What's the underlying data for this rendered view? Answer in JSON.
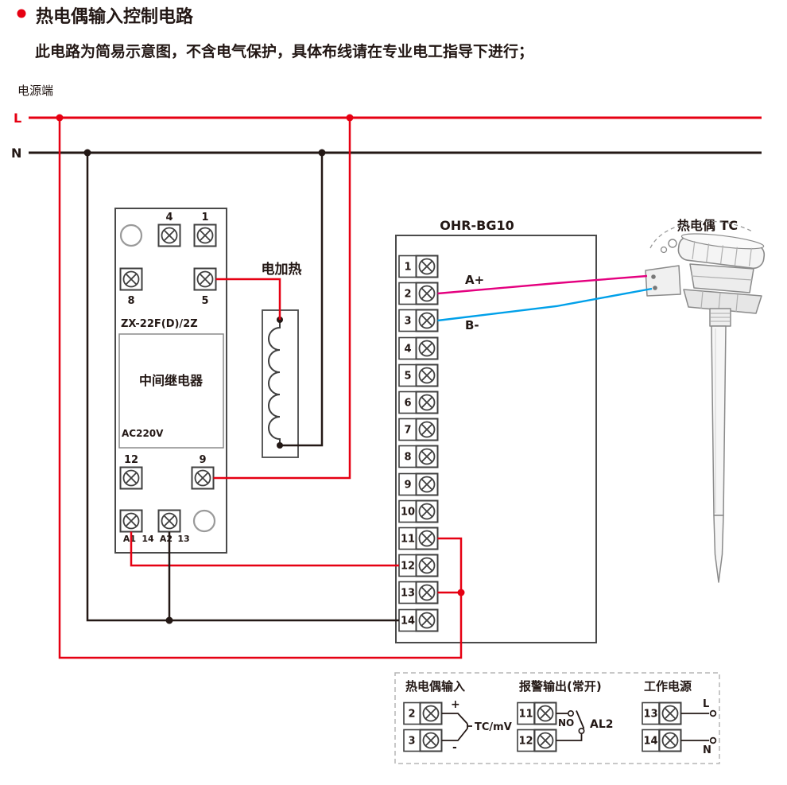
{
  "colors": {
    "red": "#e60012",
    "black": "#231815",
    "magenta": "#e4007f",
    "cyan": "#00a0e9",
    "gray": "#8a8a8a"
  },
  "header": {
    "title": "热电偶输入控制电路",
    "subtitle": "此电路为简易示意图，不含电气保护，具体布线请在专业电工指导下进行；"
  },
  "power": {
    "label": "电源端",
    "l": "L",
    "n": "N"
  },
  "relay": {
    "model": "ZX-22F(D)/2Z",
    "name": "中间继电器",
    "voltage": "AC220V",
    "t4": "4",
    "t1": "1",
    "t8": "8",
    "t5": "5",
    "t12": "12",
    "t9": "9",
    "a1": "A1",
    "t14": "14",
    "a2": "A2",
    "t13": "13"
  },
  "heater": {
    "label": "电加热"
  },
  "controller": {
    "model": "OHR-BG10",
    "terminals": [
      "1",
      "2",
      "3",
      "4",
      "5",
      "6",
      "7",
      "8",
      "9",
      "10",
      "11",
      "12",
      "13",
      "14"
    ],
    "a_plus": "A+",
    "b_minus": "B-"
  },
  "thermocouple": {
    "label": "热电偶 TC"
  },
  "legend": {
    "tc": {
      "title": "热电偶输入",
      "t2": "2",
      "t3": "3",
      "plus": "+",
      "minus": "-",
      "signal": "TC/mV"
    },
    "alarm": {
      "title": "报警输出(常开)",
      "t11": "11",
      "t12": "12",
      "no": "NO",
      "al2": "AL2"
    },
    "supply": {
      "title": "工作电源",
      "t13": "13",
      "t14": "14",
      "l": "L",
      "n": "N"
    }
  }
}
